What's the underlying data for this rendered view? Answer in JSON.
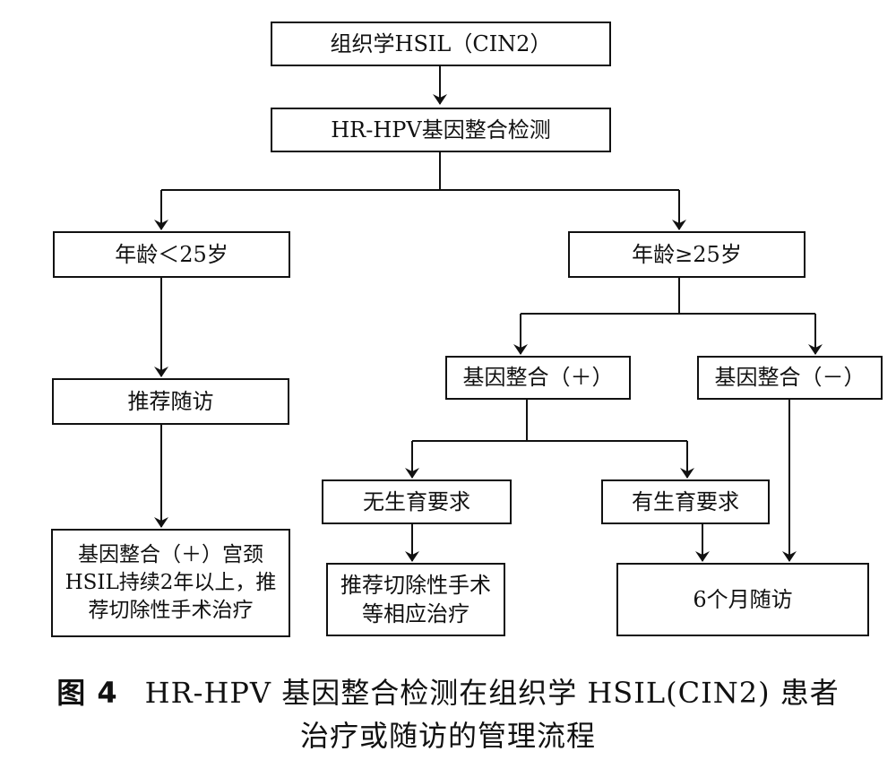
{
  "nodes": {
    "hsil": "组织学HSIL（CIN2）",
    "test": "HR-HPV基因整合检测",
    "age_lt": "年龄＜25岁",
    "age_ge": "年龄≥25岁",
    "follow_up_left": "推荐随访",
    "left_bottom_line1": "基因整合（＋）宫颈",
    "left_bottom_line2": "HSIL持续2年以上，推",
    "left_bottom_line3": "荐切除性手术治疗",
    "integration_pos": "基因整合（＋）",
    "integration_neg": "基因整合（－）",
    "no_fertility": "无生育要求",
    "fertility": "有生育要求",
    "excision_line1": "推荐切除性手术",
    "excision_line2": "等相应治疗",
    "six_month": "6个月随访"
  },
  "caption": {
    "figure_number": "图 4",
    "line1": "HR-HPV 基因整合检测在组织学 HSIL(CIN2) 患者",
    "line2": "治疗或随访的管理流程"
  }
}
